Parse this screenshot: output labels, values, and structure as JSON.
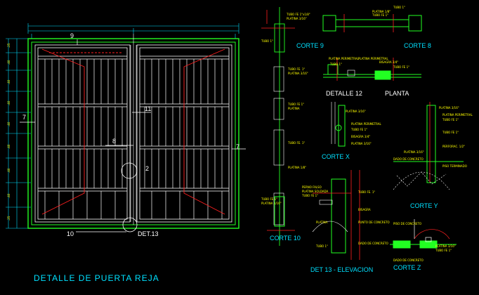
{
  "title": "DETALLE DE PUERTA REJA",
  "callouts": {
    "c9": "9",
    "c11": "11",
    "c8": "8",
    "c7_left": "7",
    "c7_right": "7",
    "c2": "2",
    "c10": "10",
    "det13": "DET.13"
  },
  "section_labels": {
    "corte9": "CORTE 9",
    "corte8": "CORTE 8",
    "detalle12": "DETALLE 12",
    "planta": "PLANTA",
    "cortex": "CORTE X",
    "cortey": "CORTE Y",
    "corte10": "CORTE 10",
    "det13_elev": "DET 13 - ELEVACION",
    "cortez": "CORTE Z"
  },
  "colors": {
    "background": "#000000",
    "frame_green": "#22ff22",
    "bars_white": "#ffffff",
    "dims_cyan": "#00e0ff",
    "swing_red": "#ff2020",
    "text_yellow": "#ffff00",
    "label_white": "#ffffff"
  }
}
